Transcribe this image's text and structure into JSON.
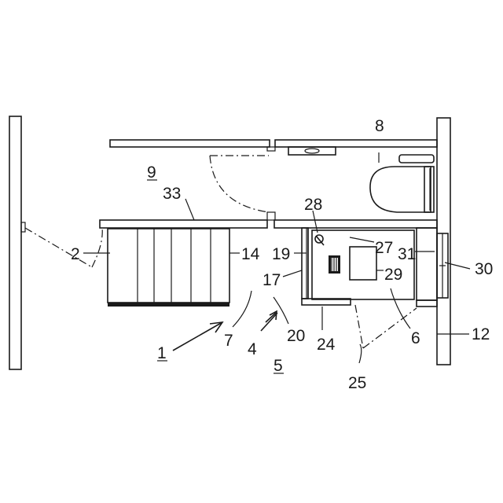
{
  "figure": {
    "labels": {
      "l1": "1",
      "l2": "2",
      "l4": "4",
      "l5": "5",
      "l6": "6",
      "l7": "7",
      "l8": "8",
      "l9": "9",
      "l12": "12",
      "l14": "14",
      "l17": "17",
      "l19": "19",
      "l20": "20",
      "l24": "24",
      "l25": "25",
      "l27": "27",
      "l28": "28",
      "l29": "29",
      "l30": "30",
      "l31": "31",
      "l33": "33"
    },
    "underlined": [
      "1",
      "5",
      "9"
    ]
  }
}
